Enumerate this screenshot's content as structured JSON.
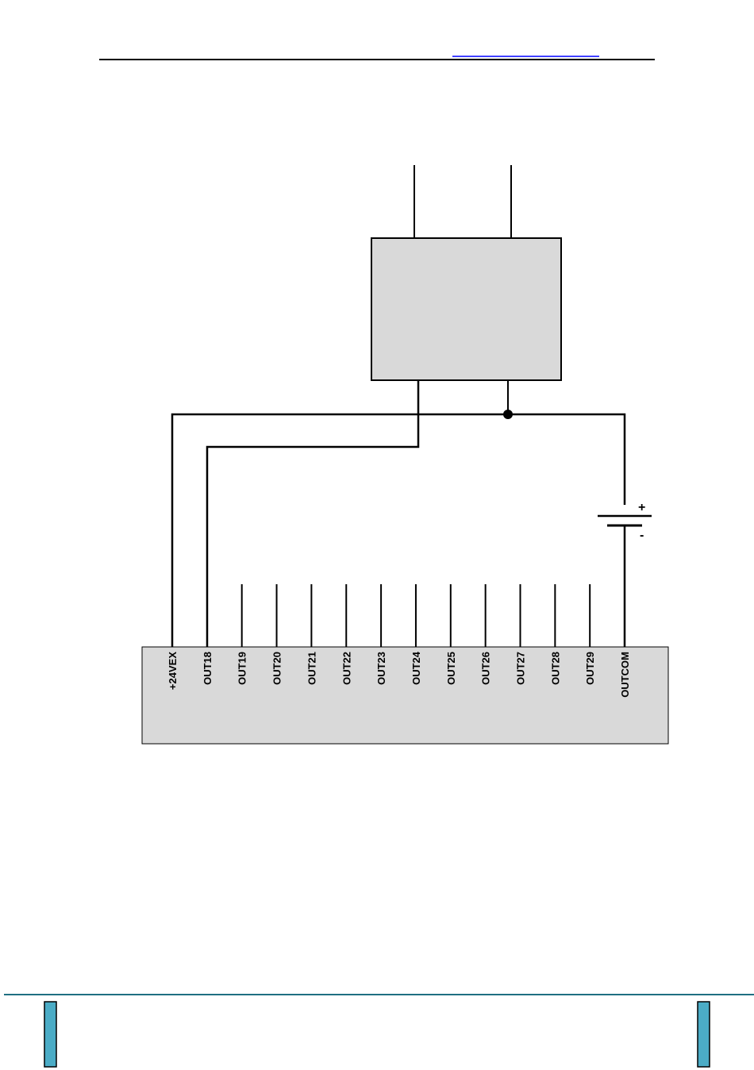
{
  "colors": {
    "line": "#000000",
    "box_fill": "#d9d9d9",
    "header_link": "#0000ff",
    "footer_rule": "#1f6f82",
    "footer_tab": "#4bacc6"
  },
  "terminal_block": {
    "pins": [
      "+24VEX",
      "OUT18",
      "OUT19",
      "OUT20",
      "OUT21",
      "OUT22",
      "OUT23",
      "OUT24",
      "OUT25",
      "OUT26",
      "OUT27",
      "OUT28",
      "OUT29",
      "OUTCOM"
    ]
  },
  "power_source": {
    "plus_sign": "+",
    "minus_sign": "-"
  }
}
